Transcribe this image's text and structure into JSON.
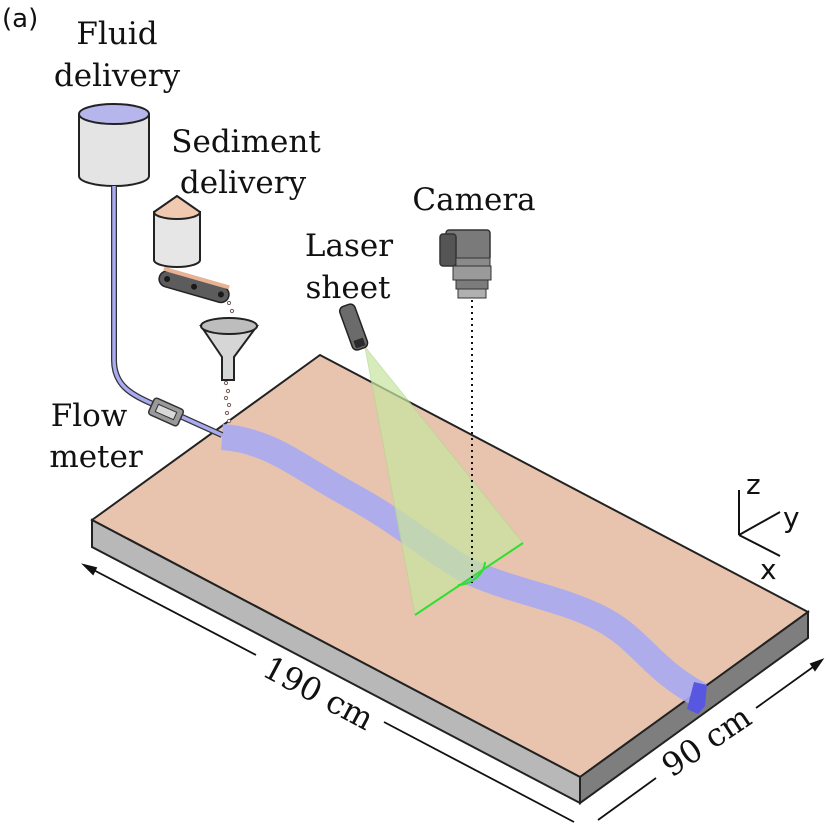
{
  "panel_label": "(a)",
  "labels": {
    "fluid_delivery": [
      "Fluid",
      "delivery"
    ],
    "sediment_delivery": [
      "Sediment",
      "delivery"
    ],
    "camera": "Camera",
    "laser_sheet": [
      "Laser",
      "sheet"
    ],
    "flow_meter": [
      "Flow",
      "meter"
    ]
  },
  "axes": {
    "x": "x",
    "y": "y",
    "z": "z"
  },
  "dimensions": {
    "length": "190 cm",
    "width": "90 cm"
  },
  "colors": {
    "bed_top": "#e8c4ae",
    "bed_front": "#b8b8b8",
    "bed_side": "#7e7e7e",
    "fluid": "#a8aaf2",
    "fluid_outlet": "#5757e0",
    "laser_sheet": "#c8e6a0",
    "laser_line": "#33dd33",
    "tank_body": "#e4e4e4",
    "tank_fluid": "#b7b6ec",
    "hopper_top": "#f0c9b0"
  }
}
